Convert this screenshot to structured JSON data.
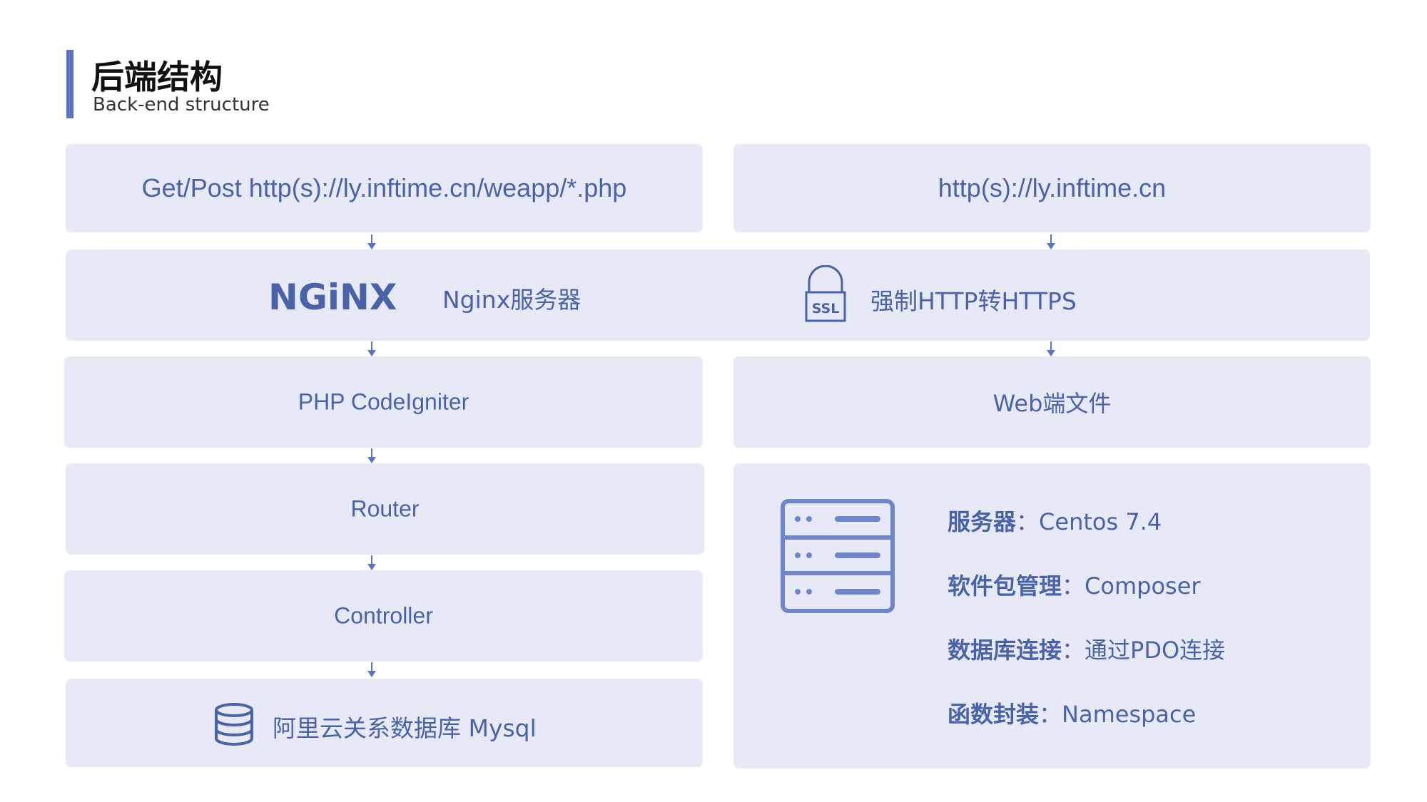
{
  "header": {
    "title": "后端结构",
    "subtitle": "Back-end structure"
  },
  "left": {
    "request": "Get/Post http(s)://ly.inftime.cn/weapp/*.php",
    "nginx_label": "Nginx服务器",
    "framework": "PHP CodeIgniter",
    "router": "Router",
    "controller": "Controller",
    "database": "阿里云关系数据库 Mysql"
  },
  "right": {
    "url": "http(s)://ly.inftime.cn",
    "ssl_label": "强制HTTP转HTTPS",
    "web_files": "Web端文件",
    "info": [
      {
        "key": "服务器",
        "sep": "：",
        "value": "Centos 7.4"
      },
      {
        "key": "软件包管理",
        "sep": "：",
        "value": "Composer"
      },
      {
        "key": "数据库连接",
        "sep": "：",
        "value": "通过PDO连接"
      },
      {
        "key": "函数封装",
        "sep": "：",
        "value": "Namespace"
      }
    ]
  },
  "icons": {
    "nginx_logo": "NGiNX",
    "ssl": "SSL"
  },
  "colors": {
    "accent": "#5b73c4",
    "box_bg": "#e7eaf6",
    "text": "#4a63a8"
  }
}
